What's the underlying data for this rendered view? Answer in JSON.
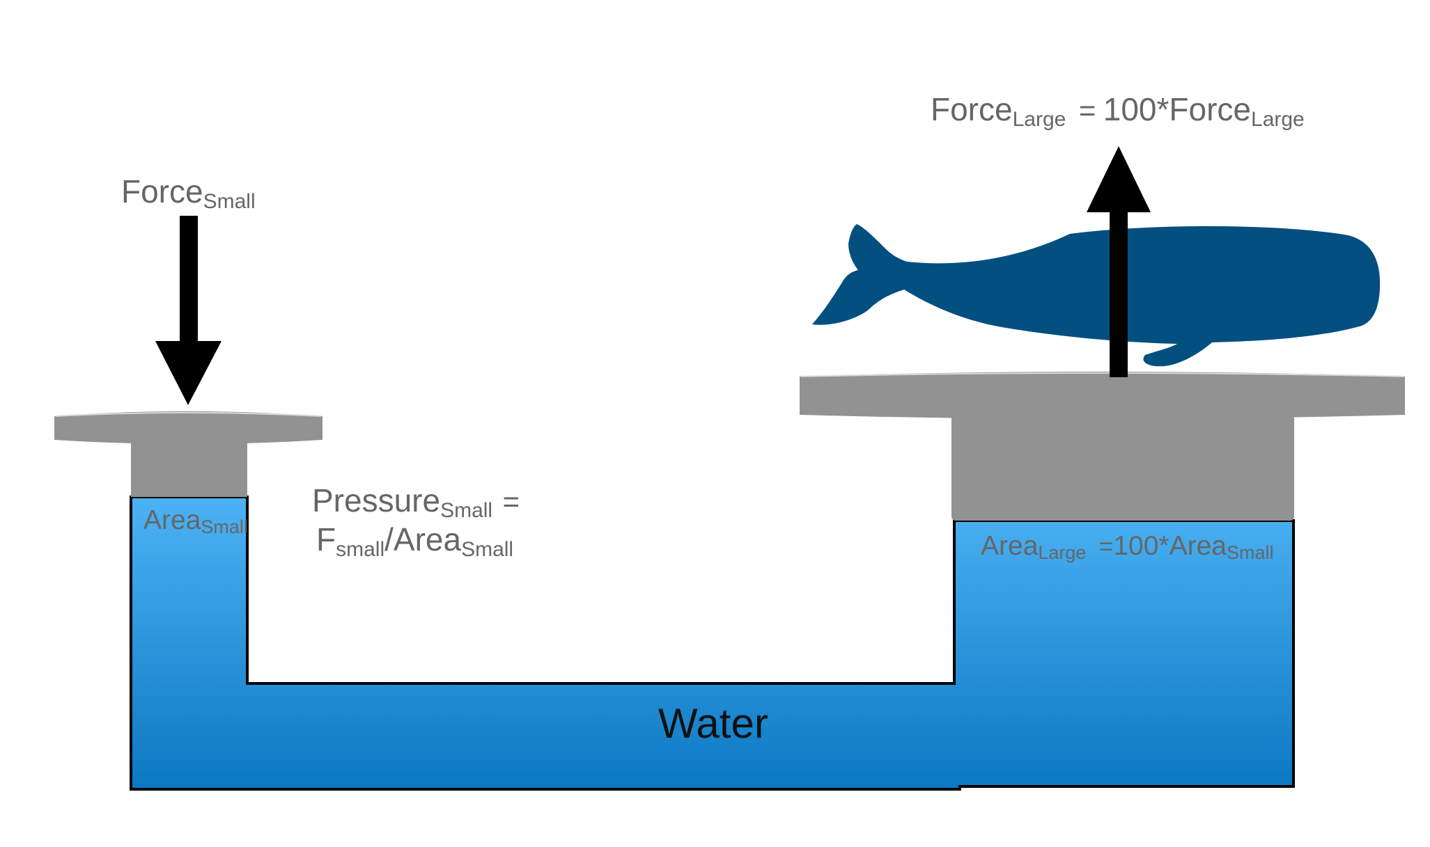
{
  "labels": {
    "force_small": {
      "main": "Force",
      "sub": "Small"
    },
    "force_large": {
      "main": "Force",
      "sub": "Large",
      "equals": "=",
      "multiplier": "100*",
      "rhs_main": "Force",
      "rhs_sub": "Large"
    },
    "pressure_small": {
      "main": "Pressure",
      "sub": "Small",
      "equals": "=",
      "f_main": "F",
      "f_sub": "small",
      "slash": "/",
      "area_main": "Area",
      "area_sub": "Small"
    },
    "area_small": {
      "main": "Area",
      "sub": "Small"
    },
    "area_large": {
      "main": "Area",
      "sub": "Large",
      "equals": "=",
      "multiplier": "100*",
      "rhs_main": "Area",
      "rhs_sub": "Small"
    },
    "water": "Water"
  },
  "colors": {
    "water_top": "#4db3f5",
    "water_bottom": "#0a78c2",
    "piston": "#929292",
    "piston_rim": "#d8d8d8",
    "arrow": "#000000",
    "whale": "#034f80",
    "text": "#666666"
  }
}
